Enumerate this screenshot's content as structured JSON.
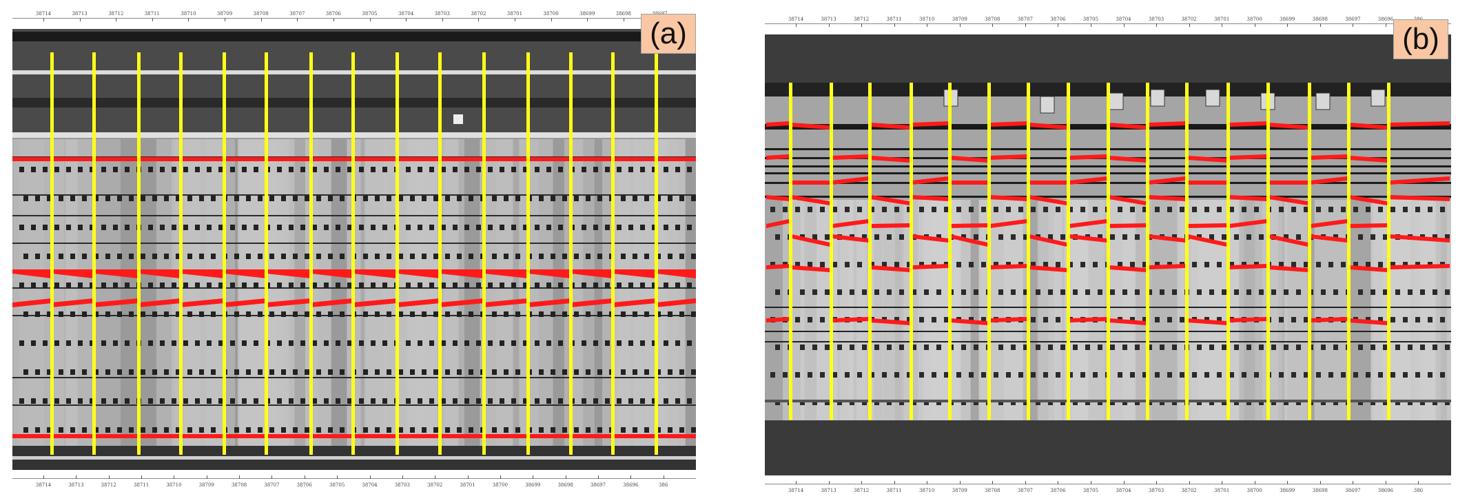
{
  "panels": [
    {
      "label": "(a)",
      "chainage_labels": [
        "38714",
        "38713",
        "38712",
        "38711",
        "38710",
        "38709",
        "38708",
        "38707",
        "38706",
        "38705",
        "38704",
        "38703",
        "38702",
        "38701",
        "38700",
        "38699",
        "38698",
        "38697"
      ],
      "chainage_labels_bottom": [
        "38714",
        "38713",
        "38712",
        "38711",
        "38710",
        "38709",
        "38708",
        "38707",
        "38706",
        "38705",
        "38704",
        "38703",
        "38702",
        "38701",
        "38700",
        "38699",
        "38698",
        "38697",
        "38696",
        "386"
      ],
      "colors": {
        "joint_line": "#ffff1a",
        "marker_line": "#ff1a1a"
      }
    },
    {
      "label": "(b)",
      "chainage_labels": [
        "38714",
        "38713",
        "38712",
        "38711",
        "38710",
        "38709",
        "38708",
        "38707",
        "38706",
        "38705",
        "38704",
        "38703",
        "38702",
        "38701",
        "38700",
        "38699",
        "38698",
        "38697",
        "38696",
        "386"
      ],
      "chainage_labels_bottom": [
        "38714",
        "38713",
        "38712",
        "38711",
        "38710",
        "38709",
        "38708",
        "38707",
        "38706",
        "38705",
        "38704",
        "38703",
        "38702",
        "38701",
        "38700",
        "38699",
        "38698",
        "38697",
        "38696",
        "386"
      ],
      "colors": {
        "joint_line": "#ffff1a",
        "marker_line": "#ff1a1a"
      }
    }
  ]
}
